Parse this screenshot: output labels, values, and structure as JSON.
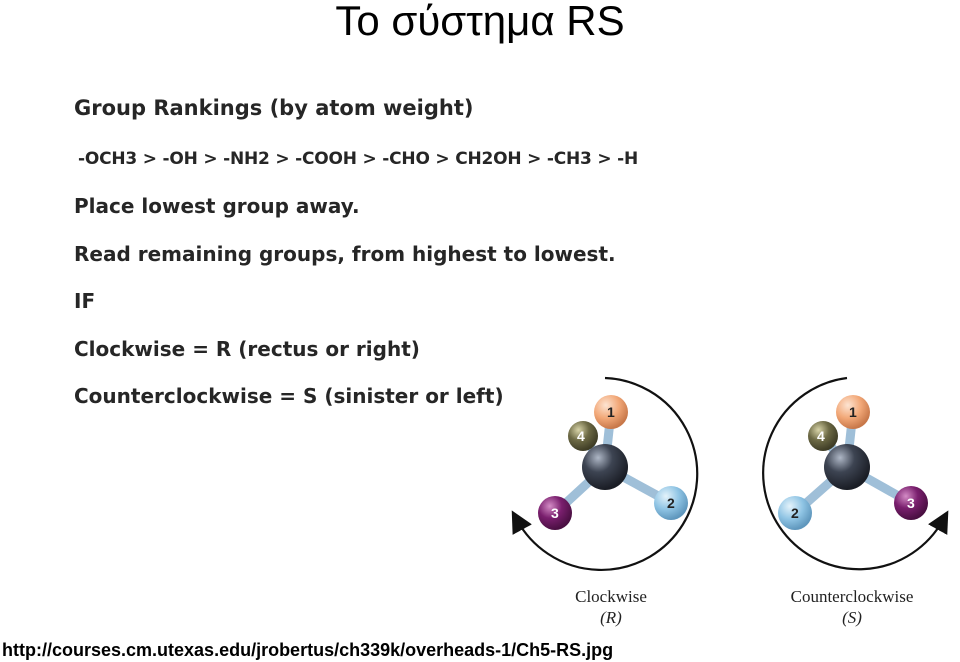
{
  "slide": {
    "title": "Το σύστημα RS",
    "source_url": "http://courses.cm.utexas.edu/jrobertus/ch339k/overheads-1/Ch5-RS.jpg"
  },
  "rules": {
    "heading": "Group Rankings (by atom weight)",
    "ranking": "-OCH3 > -OH > -NH2 > -COOH > -CHO > CH2OH > -CH3 > -H",
    "step1": "Place lowest group away.",
    "step2": "Read remaining groups, from highest to lowest.",
    "if_label": "IF",
    "clockwise_rule": "Clockwise = R (rectus or right)",
    "counterclockwise_rule": "Counterclockwise = S (sinister or left)"
  },
  "figure": {
    "molecules": [
      {
        "caption": "Clockwise",
        "symbol": "(R)",
        "atoms": [
          "1",
          "2",
          "3",
          "4"
        ]
      },
      {
        "caption": "Counterclockwise",
        "symbol": "(S)",
        "atoms": [
          "1",
          "2",
          "3",
          "4"
        ]
      }
    ],
    "colors": {
      "atom_1": "#f2a878",
      "atom_2": "#8fc4e4",
      "atom_3": "#7a1f6e",
      "atom_4": "#6d6a45",
      "center": "#3d4452",
      "bond": "#9fbfd8"
    }
  }
}
